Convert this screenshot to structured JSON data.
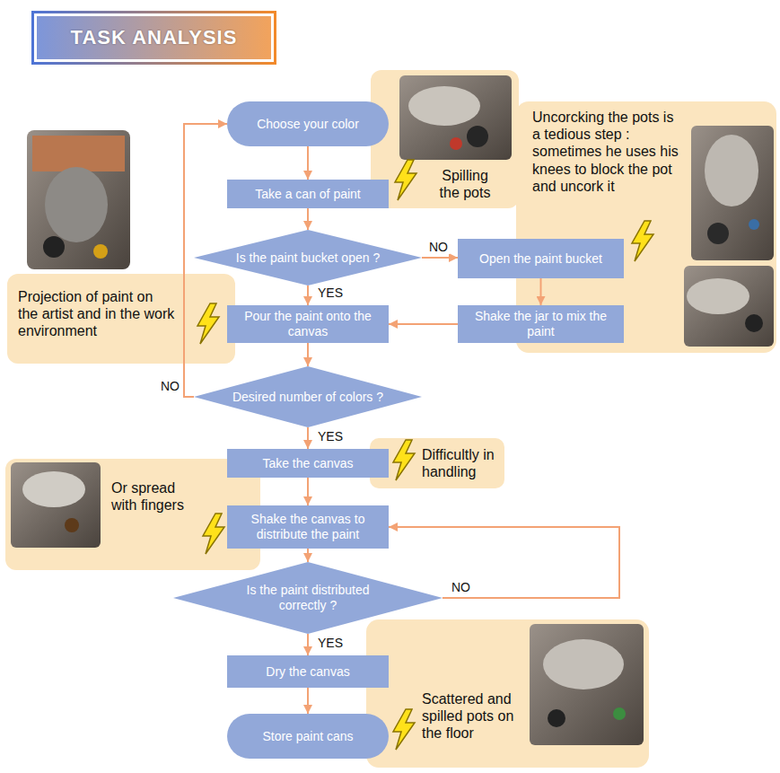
{
  "diagram": {
    "title": "TASK ANALYSIS",
    "nodes": [
      {
        "text": [
          "Choose your color"
        ]
      },
      {
        "text": [
          "Spilling the pots"
        ]
      },
      {
        "text": [
          "Take a can of paint"
        ]
      },
      {
        "text": [
          "Uncorcking the pots is a tedious step : sometimes he uses his knees to block the pot and uncork it"
        ]
      },
      {
        "text": [
          "Is the paint bucket open ?"
        ]
      },
      {
        "text": [
          "Open the paint bucket"
        ]
      },
      {
        "text": [
          "Projection of paint on the artist and in the work environment"
        ]
      },
      {
        "text": [
          "Pour the paint onto the canvas"
        ]
      },
      {
        "text": [
          "Shake the jar to mix the paint"
        ]
      },
      {
        "text": [
          "Desired number of colors ?"
        ]
      },
      {
        "text": [
          "Take the canvas"
        ]
      },
      {
        "text": [
          "Difficultly in handling"
        ]
      },
      {
        "text": [
          "Or spread with fingers"
        ]
      },
      {
        "text": [
          "Shake the canvas to distribute the paint"
        ]
      },
      {
        "text": [
          "Is the paint distributed correctly ?"
        ]
      },
      {
        "text": [
          "Dry the canvas"
        ]
      },
      {
        "text": [
          "Scattered and spilled pots on the floor"
        ]
      },
      {
        "text": [
          "Store paint cans"
        ]
      }
    ],
    "edges": [
      {
        "from": 0,
        "to": 2,
        "arrow": "to"
      },
      {
        "from": 2,
        "to": 4,
        "arrow": "to"
      },
      {
        "from": 4,
        "to": 5,
        "label": "NO",
        "arrow": "to"
      },
      {
        "from": 5,
        "to": 8,
        "arrow": "to"
      },
      {
        "from": 8,
        "to": 7,
        "arrow": "to"
      },
      {
        "from": 4,
        "to": 7,
        "label": "YES",
        "arrow": "to"
      },
      {
        "from": 7,
        "to": 9,
        "arrow": "to"
      },
      {
        "from": 9,
        "to": 0,
        "label": "NO",
        "arrow": "to"
      },
      {
        "from": 9,
        "to": 10,
        "label": "YES",
        "arrow": "to"
      },
      {
        "from": 10,
        "to": 13,
        "arrow": "to"
      },
      {
        "from": 13,
        "to": 14,
        "arrow": "to"
      },
      {
        "from": 14,
        "to": 13,
        "label": "NO",
        "arrow": "to"
      },
      {
        "from": 14,
        "to": 15,
        "label": "YES",
        "arrow": "to"
      },
      {
        "from": 15,
        "to": 17,
        "arrow": "to"
      }
    ]
  }
}
